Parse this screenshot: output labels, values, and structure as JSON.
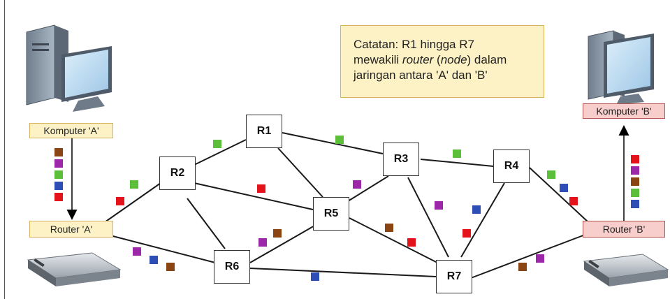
{
  "note": {
    "line1": "Catatan: R1 hingga R7",
    "line2_pre": "mewakili ",
    "line2_em1": "router",
    "line2_mid": " (",
    "line2_em2": "node",
    "line2_post": ") dalam",
    "line3": "jaringan antara 'A' dan 'B'"
  },
  "labels": {
    "komputer_a": "Komputer 'A'",
    "router_a": "Router 'A'",
    "komputer_b": "Komputer 'B'",
    "router_b": "Router 'B'"
  },
  "routers": [
    "R1",
    "R2",
    "R3",
    "R4",
    "R5",
    "R6",
    "R7"
  ],
  "colors": {
    "green": "#5cbf3a",
    "red": "#e3121b",
    "purple": "#9c27a9",
    "blue": "#2d4fb5",
    "brown": "#8b4513",
    "note_fill": "#fdf2c6",
    "note_border": "#d8b35c",
    "pink_fill": "#f8cecc",
    "pink_border": "#b85450"
  },
  "icons": [
    "computer-a-icon",
    "computer-b-icon",
    "server-a-icon",
    "server-b-icon"
  ]
}
